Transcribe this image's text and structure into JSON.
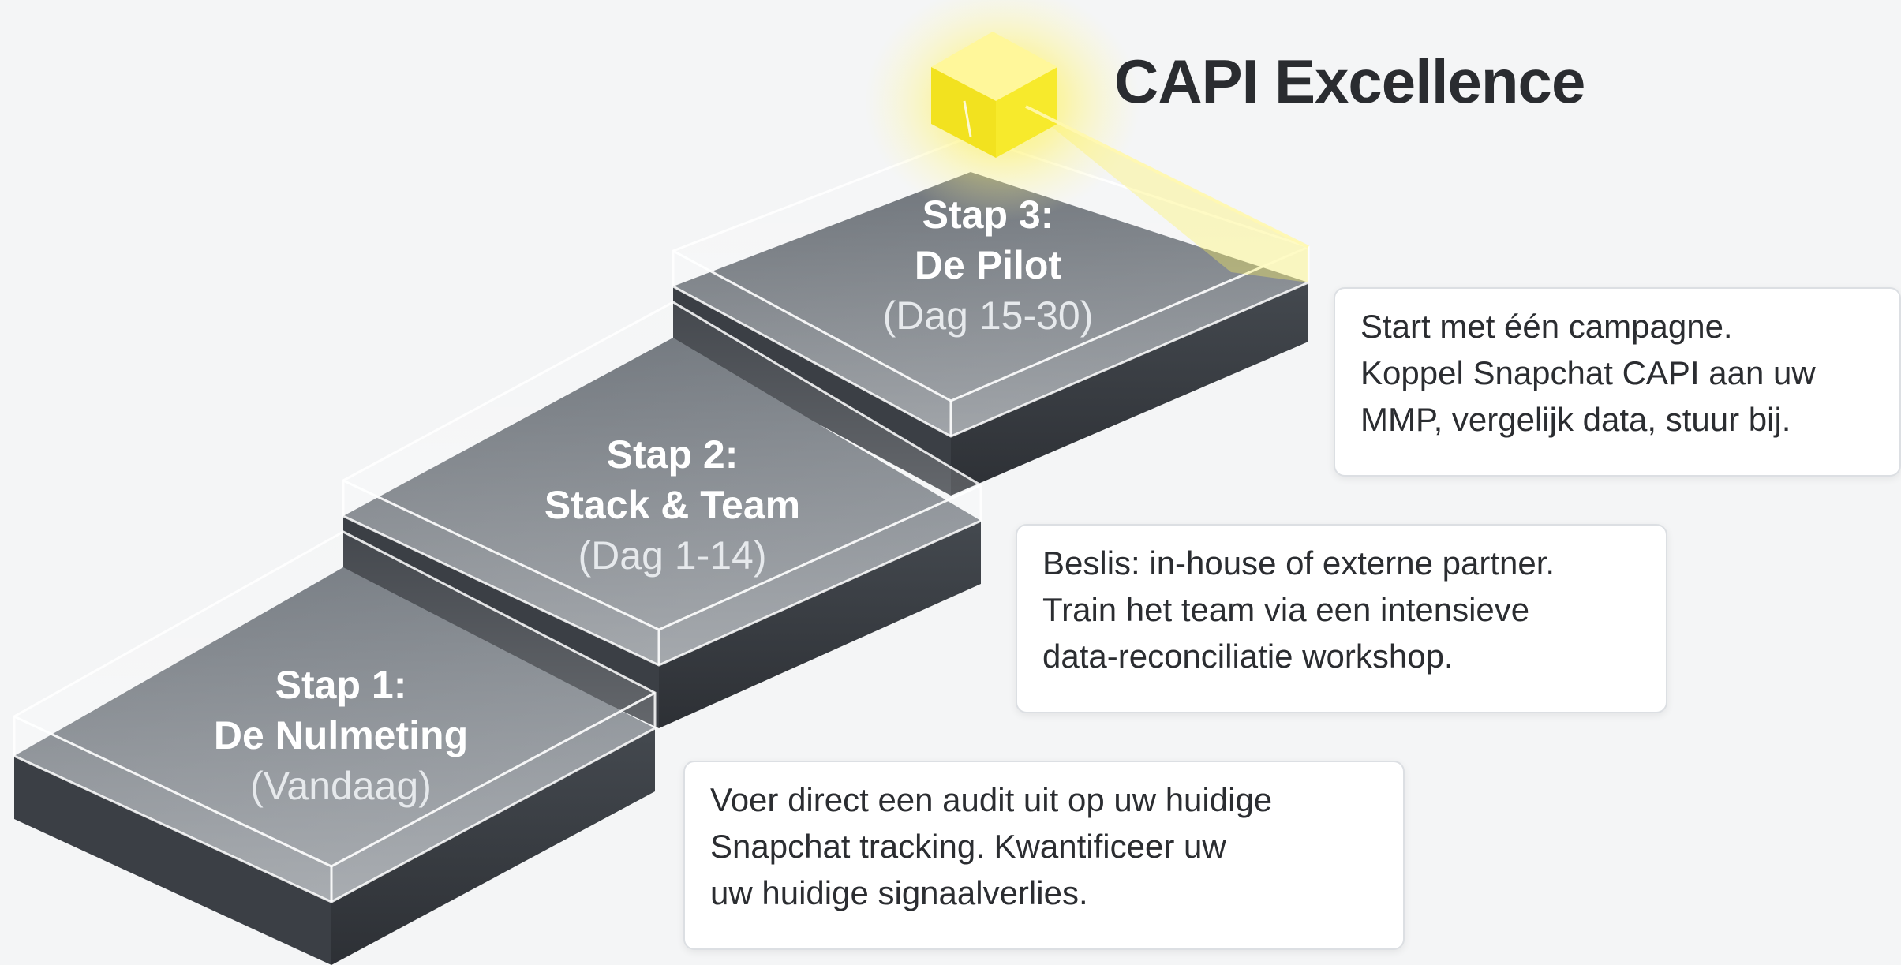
{
  "title": "CAPI Excellence",
  "steps": [
    {
      "step": "Stap 1:",
      "name": "De Nulmeting",
      "period": "(Vandaag)",
      "description": [
        "Voer direct een audit uit op uw huidige",
        "Snapchat tracking. Kwantificeer uw",
        "uw huidige signaalverlies."
      ]
    },
    {
      "step": "Stap 2:",
      "name": "Stack & Team",
      "period": "(Dag 1-14)",
      "description": [
        "Beslis: in-house of externe partner.",
        "Train het team via een intensieve",
        "data-reconciliatie workshop."
      ]
    },
    {
      "step": "Stap 3:",
      "name": "De Pilot",
      "period": "(Dag 15-30)",
      "description": [
        "Start met één campagne.",
        "Koppel Snapchat CAPI aan uw",
        "MMP, vergelijk data, stuur bij."
      ]
    }
  ],
  "colors": {
    "step_top": "#676d74",
    "step_side": "#363a40",
    "glass_edge": "#ffffff",
    "goal_glow": "#fff04a",
    "goal_cube": "#f7ea2c",
    "title_text": "#2a2c30",
    "card_border": "#dcdfe3"
  },
  "icons": [
    "glowing-goal-cube-icon"
  ]
}
